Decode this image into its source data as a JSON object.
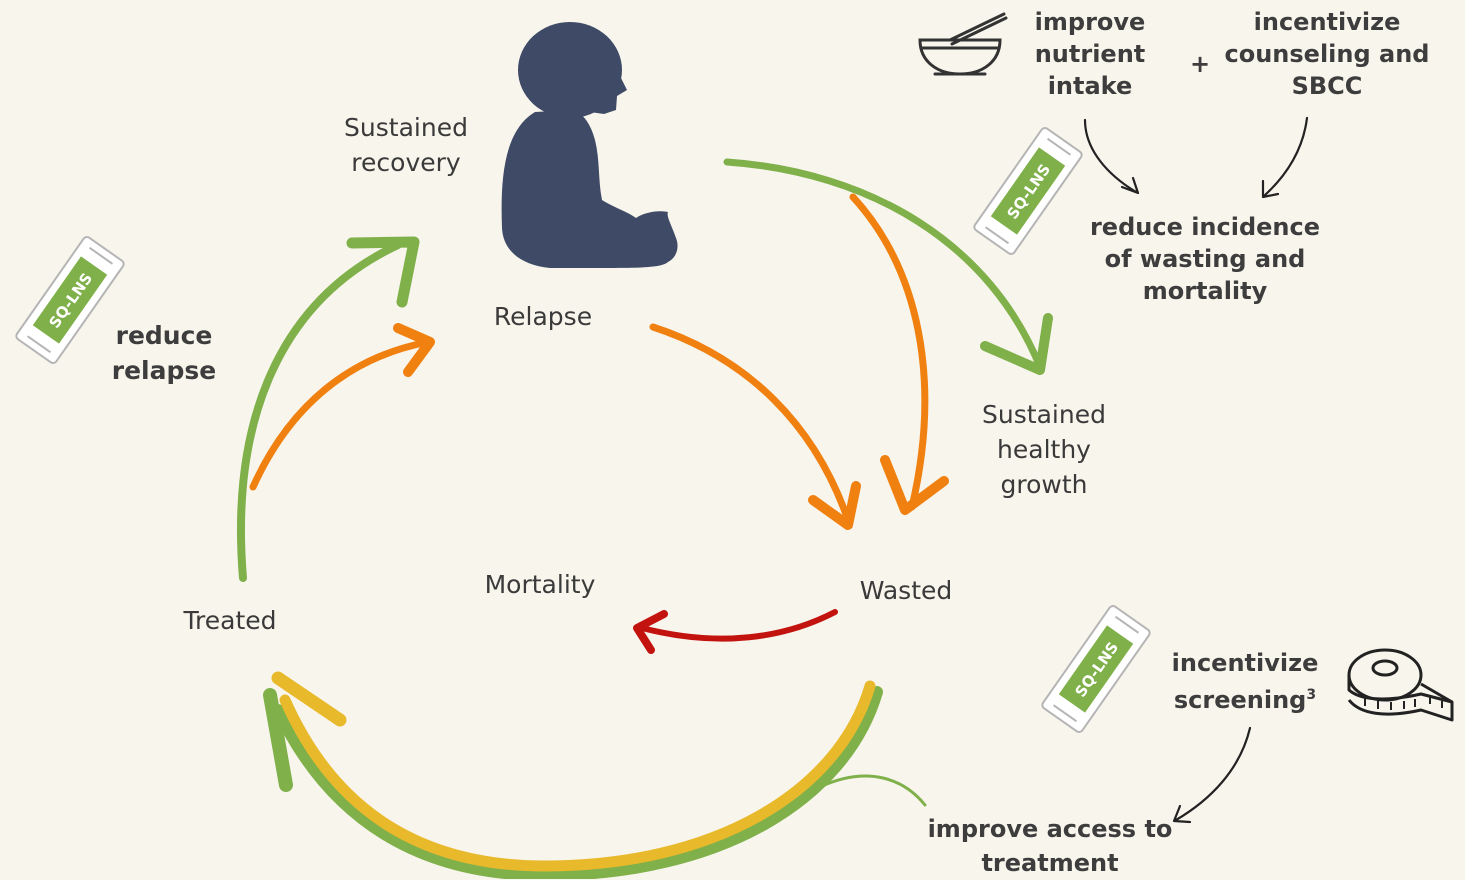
{
  "nodes": {
    "sustained_recovery": [
      "Sustained",
      "recovery"
    ],
    "relapse": "Relapse",
    "sustained_healthy_growth": [
      "Sustained",
      "healthy",
      "growth"
    ],
    "wasted": "Wasted",
    "mortality": "Mortality",
    "treated": "Treated"
  },
  "interventions": {
    "improve_nutrient_intake": [
      "improve",
      "nutrient",
      "intake"
    ],
    "plus": "+",
    "incentivize_counseling": [
      "incentivize",
      "counseling and",
      "SBCC"
    ],
    "reduce_incidence": [
      "reduce incidence",
      "of wasting and",
      "mortality"
    ],
    "reduce_relapse": [
      "reduce",
      "relapse"
    ],
    "incentivize_screening": {
      "line1": "incentivize",
      "line2": "screening",
      "superscript": "3"
    },
    "improve_access": [
      "improve access to",
      "treatment"
    ]
  },
  "sachet_label": "SQ-LNS",
  "icons": [
    "child-silhouette-icon",
    "bowl-spoon-icon",
    "measuring-tape-icon",
    "sq-lns-sachet-icon"
  ],
  "colors": {
    "background": "#f8f5ec",
    "green_arrow": "#7fb04a",
    "orange_arrow": "#f0800f",
    "red_arrow": "#c2130f",
    "yellow_arrow": "#e9b92c",
    "child": "#3e4a66",
    "text": "#3a3a3a"
  }
}
